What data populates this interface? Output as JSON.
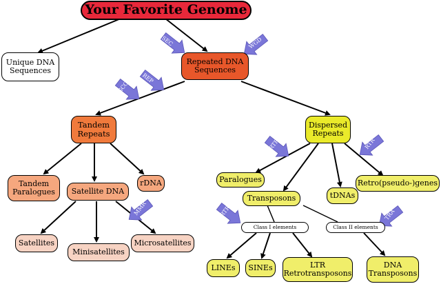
{
  "nodes": {
    "your_favorite_genome": "Your Favorite Genome",
    "unique_dna": "Unique DNA Sequences",
    "repeated_dna": "Repeated DNA Sequences",
    "tandem_repeats": "Tandem Repeats",
    "dispersed_repeats": "Dispersed Repeats",
    "tandem_paralogues": "Tandem Paralogues",
    "satellite_dna": "Satellite DNA",
    "rdna": "rDNA",
    "satellites": "Satellites",
    "minisatellites": "Minisatellites",
    "microsatellites": "Microsatellites",
    "paralogues": "Paralogues",
    "transposons": "Transposons",
    "tdnas": "tDNAs",
    "retro_pseudo_genes": "Retro(pseudo-)genes",
    "class_i": "Class I elements",
    "class_ii": "Class II elements",
    "lines": "LINEs",
    "sines": "SINEs",
    "ltr_retrotransposons": "LTR Retrotransposons",
    "dna_transposons": "DNA Transposons"
  },
  "mechanisms": {
    "sec": "SEC",
    "wgd": "WGD",
    "gco": "GCO",
    "rep": "REP",
    "rtr": "RTR",
    "mmr": "MMR",
    "tra": "TRA"
  },
  "colors": {
    "title": "#e8283a",
    "repeated": "#e8572a",
    "tandem": "#f07a3c",
    "tandem_children": "#f5a77e",
    "satellite_children": "#f7d3c3",
    "dispersed": "#eaea2a",
    "dispersed_children": "#f0ee6a",
    "mechanism_arrow": "#7a76d8"
  }
}
